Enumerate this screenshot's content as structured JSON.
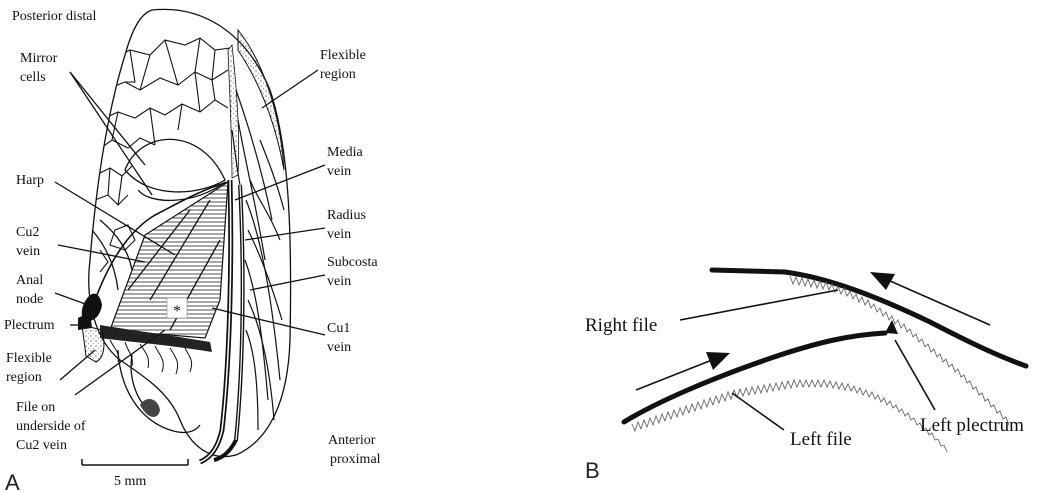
{
  "panel_a": {
    "letter": "A",
    "corner_top": "Posterior distal",
    "corner_bottom": [
      "Anterior",
      "proximal"
    ],
    "scale_bar": "5 mm",
    "asterisk": "*",
    "labels": {
      "mirror_cells": [
        "Mirror",
        "cells"
      ],
      "harp": [
        "Harp"
      ],
      "cu2_vein": [
        "Cu2",
        "vein"
      ],
      "anal_node": [
        "Anal",
        "node"
      ],
      "plectrum": [
        "Plectrum"
      ],
      "flexible_region_left": [
        "Flexible",
        "region"
      ],
      "file_underside": [
        "File on",
        "underside of",
        "Cu2 vein"
      ],
      "flexible_region_right": [
        "Flexible",
        "region"
      ],
      "media_vein": [
        "Media",
        "vein"
      ],
      "radius_vein": [
        "Radius",
        "vein"
      ],
      "subcosta_vein": [
        "Subcosta",
        "vein"
      ],
      "cu1_vein": [
        "Cu1",
        "vein"
      ]
    }
  },
  "panel_b": {
    "letter": "B",
    "right_file": "Right file",
    "left_file": "Left file",
    "left_plectrum": "Left plectrum"
  }
}
